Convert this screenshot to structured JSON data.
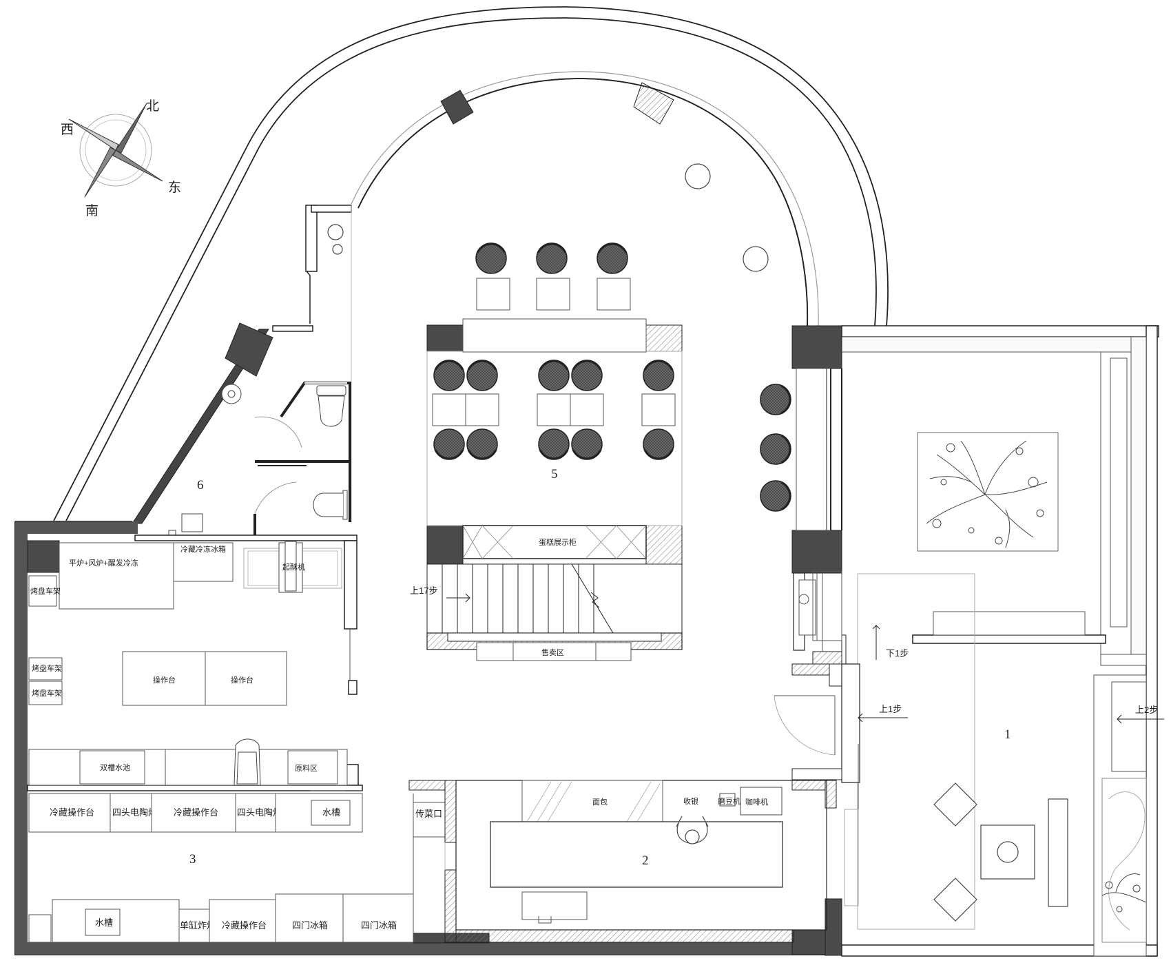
{
  "compass": {
    "north": "北",
    "south": "南",
    "east": "东",
    "west": "西"
  },
  "zones": {
    "z1": "1",
    "z2": "2",
    "z3": "3",
    "z5": "5",
    "z6": "6"
  },
  "steps": {
    "up17": "上17步",
    "down1": "下1步",
    "up1": "上1步",
    "up2": "上2步"
  },
  "labels": {
    "oven_combo": "平炉+风炉+醒发冷冻",
    "fridge_freezer": "冷藏冷冻冰箱",
    "dough_machine": "起酥机",
    "rack_1": "烤盘车架",
    "rack_2": "烤盘车架",
    "rack_3": "烤盘车架",
    "worktable_1": "操作台",
    "worktable_2": "操作台",
    "double_sink": "双槽水池",
    "raw_material": "原料区",
    "cold_table_1": "冷藏操作台",
    "ceramic_1": "四头电陶炉",
    "cold_table_2": "冷藏操作台",
    "ceramic_2": "四头电陶炉",
    "sink_a": "水槽",
    "pass_window": "传菜口",
    "sink_b": "水槽",
    "fryer": "单缸炸炉",
    "cold_table_3": "冷藏操作台",
    "freezer_1": "四门冰箱",
    "freezer_2": "四门冰箱",
    "cake_display": "蛋糕展示柜",
    "sales_area": "售卖区",
    "bread": "面包",
    "cashier": "收银",
    "bean_grinder": "磨豆机",
    "coffee_machine": "咖啡机"
  },
  "colors": {
    "wall_fill": "#555555",
    "furniture_line": "#666666",
    "line": "#222222"
  }
}
